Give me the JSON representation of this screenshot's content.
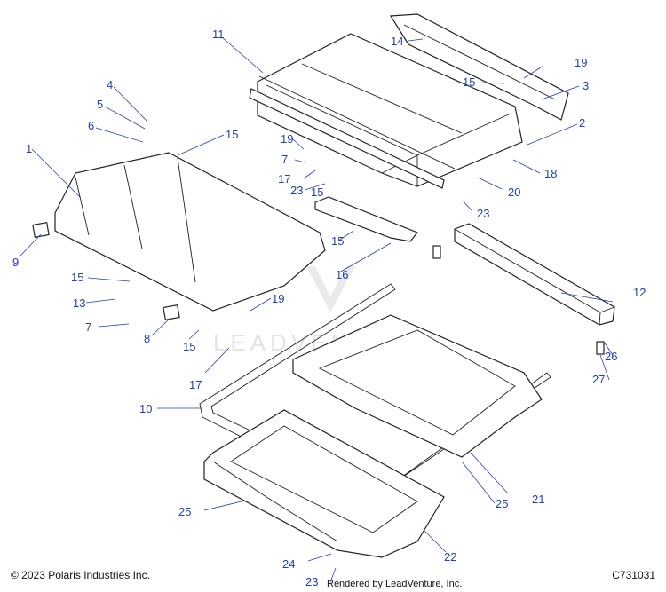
{
  "footer": {
    "copyright": "© 2023 Polaris Industries Inc.",
    "rendered_by": "Rendered by LeadVenture, Inc.",
    "diagram_code": "C731031"
  },
  "watermark": {
    "text": "LEADVENTURE"
  },
  "callouts": [
    "1",
    "2",
    "3",
    "4",
    "5",
    "6",
    "7",
    "7",
    "8",
    "9",
    "10",
    "11",
    "12",
    "13",
    "14",
    "15",
    "15",
    "15",
    "15",
    "15",
    "15",
    "16",
    "17",
    "17",
    "18",
    "19",
    "19",
    "19",
    "20",
    "21",
    "22",
    "23",
    "23",
    "23",
    "24",
    "25",
    "25",
    "26",
    "27"
  ],
  "colors": {
    "callout_text": "#1f3fb8",
    "line_art": "#222222",
    "watermark": "#d9d9d9"
  }
}
